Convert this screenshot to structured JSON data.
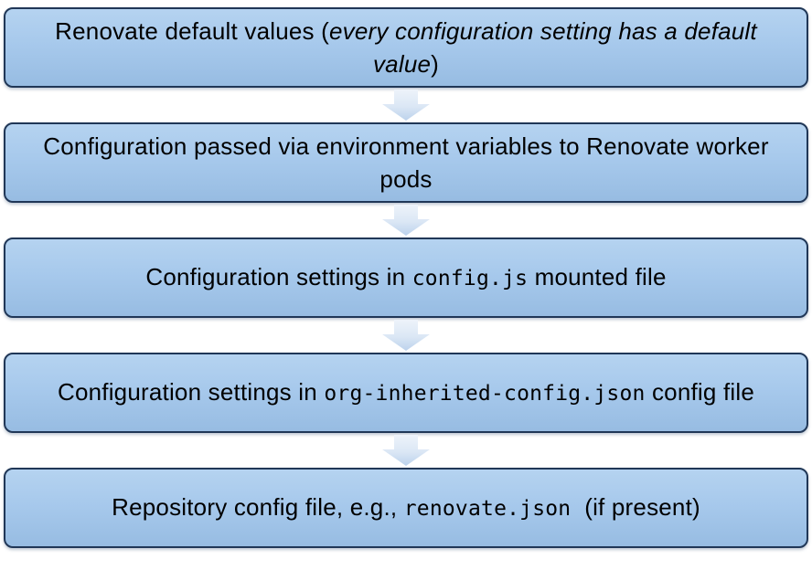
{
  "diagram": {
    "boxes": [
      {
        "id": "renovate-defaults",
        "segments": {
          "s0": "Renovate default values (",
          "s1": "every configuration setting has a default value",
          "s2": ")"
        }
      },
      {
        "id": "env-variables",
        "segments": {
          "s0": "Configuration passed via environment variables to Renovate worker pods"
        }
      },
      {
        "id": "config-js",
        "segments": {
          "s0": "Configuration settings in ",
          "s1": "config.js",
          "s2": " mounted file"
        }
      },
      {
        "id": "org-inherited-config",
        "segments": {
          "s0": "Configuration settings in ",
          "s1": "org-inherited-config.json",
          "s2": " config file"
        }
      },
      {
        "id": "repository-config",
        "segments": {
          "s0": "Repository config file, e.g., ",
          "s1": "renovate.json",
          "s2": "  (if present)"
        }
      }
    ],
    "arrow_icon": "down-arrow",
    "colors": {
      "box_fill_top": "#b5d3f0",
      "box_fill_bottom": "#97bce2",
      "box_border": "#203757",
      "arrow_fill_top": "#eaf1f9",
      "arrow_fill_bottom": "#c0d5ee",
      "text": "#000000",
      "background": "#ffffff"
    }
  }
}
